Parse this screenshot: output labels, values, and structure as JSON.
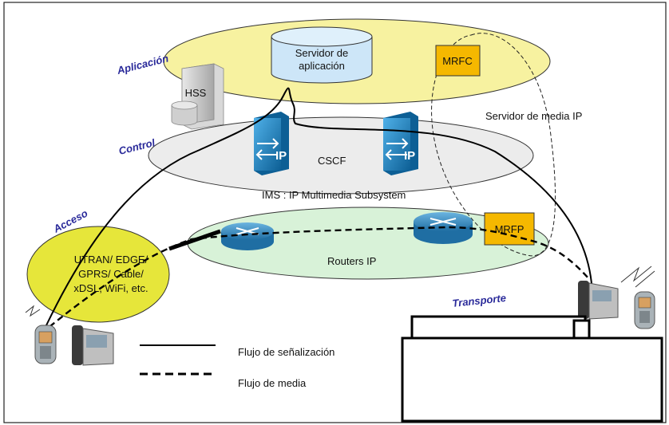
{
  "layers": {
    "aplicacion": "Aplicación",
    "control": "Control",
    "acceso": "Acceso",
    "transporte": "Transporte"
  },
  "nodes": {
    "servidor_aplicacion_line1": "Servidor de",
    "servidor_aplicacion_line2": "aplicación",
    "mrfc": "MRFC",
    "hss": "HSS",
    "servidor_media_ip": "Servidor de media IP",
    "cscf": "CSCF",
    "ims": "IMS : IP Multimedia Subsystem",
    "mrfp": "MRFP",
    "routers_ip": "Routers IP",
    "sip_label": "IP"
  },
  "access": {
    "line1": "UTRAN/ EDGE/",
    "line2": "GPRS/ Cable/",
    "line3": "xDSL, WiFi, etc."
  },
  "legend": {
    "signaling": "Flujo de señalización",
    "media": "Flujo de media"
  },
  "colors": {
    "app_layer": "#f7f2a0",
    "control_layer": "#ececec",
    "transport_layer": "#d8f2d8",
    "access_layer": "#e6e63a",
    "mrf_box": "#f5b800",
    "server_cylinder": "#cde6f8",
    "sip_blue": "#1d7fbf",
    "router_blue": "#2f86c0",
    "layer_label": "#2a2a9a"
  }
}
